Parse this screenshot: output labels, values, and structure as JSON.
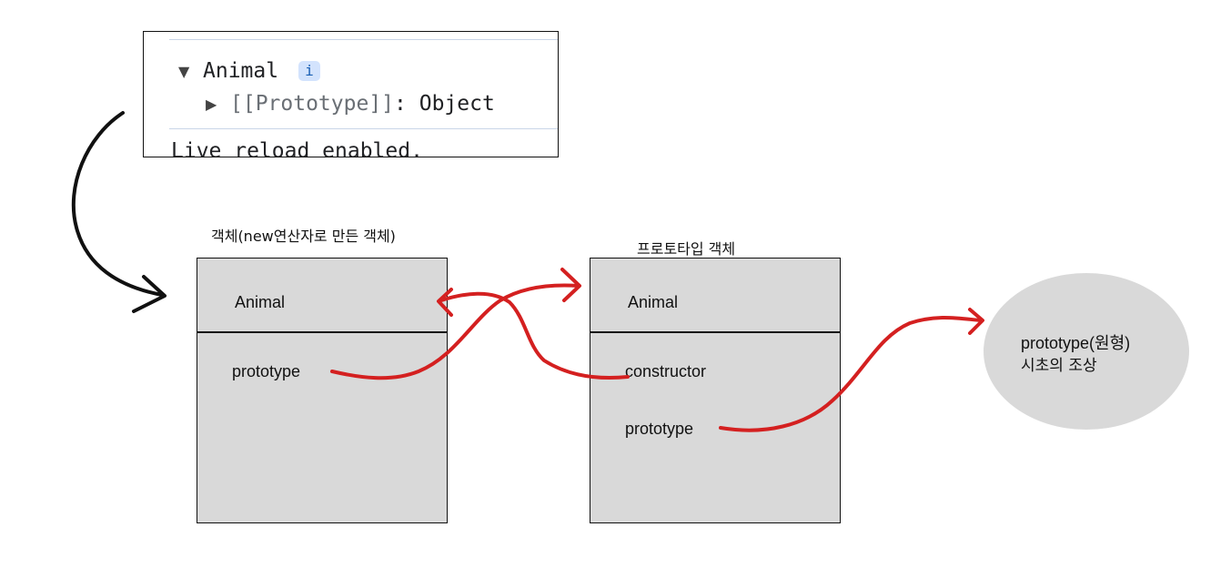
{
  "console": {
    "object_name": "Animal",
    "info_badge": "i",
    "prototype_key": "[[Prototype]]",
    "prototype_sep": ": ",
    "prototype_value": "Object",
    "status_text": "Live reload enabled."
  },
  "left_object": {
    "title": "객체(new연산자로 만든 객체)",
    "header": "Animal",
    "property": "prototype"
  },
  "prototype_object": {
    "title": "프로토타입 객체",
    "header": "Animal",
    "property_1": "constructor",
    "property_2": "prototype"
  },
  "root": {
    "line_1": "prototype(원형)",
    "line_2": "시초의 조상"
  },
  "colors": {
    "box_fill": "#d9d9d9",
    "arrow_red": "#d42020",
    "arrow_black": "#111111",
    "info_badge_bg": "#d3e3fd"
  }
}
